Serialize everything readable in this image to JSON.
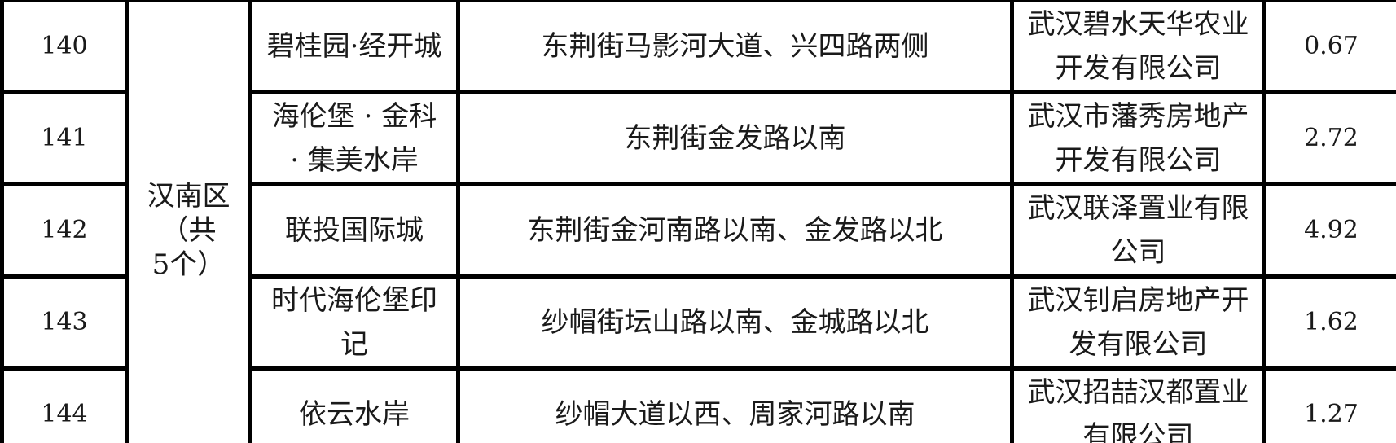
{
  "district": {
    "label_lines": [
      "汉南区",
      "（共",
      "5个）"
    ]
  },
  "rows": [
    {
      "index": "140",
      "project_lines": [
        "碧桂园·经开城"
      ],
      "location": "东荆街马影河大道、兴四路两侧",
      "company_lines": [
        "武汉碧水天华农业",
        "开发有限公司"
      ],
      "area": "0.67"
    },
    {
      "index": "141",
      "project_lines": [
        "海伦堡 · 金科",
        "· 集美水岸"
      ],
      "location": "东荆街金发路以南",
      "company_lines": [
        "武汉市藩秀房地产",
        "开发有限公司"
      ],
      "area": "2.72"
    },
    {
      "index": "142",
      "project_lines": [
        "联投国际城"
      ],
      "location": "东荆街金河南路以南、金发路以北",
      "company_lines": [
        "武汉联泽置业有限",
        "公司"
      ],
      "area": "4.92"
    },
    {
      "index": "143",
      "project_lines": [
        "时代海伦堡印",
        "记"
      ],
      "location": "纱帽街坛山路以南、金城路以北",
      "company_lines": [
        "武汉钊启房地产开",
        "发有限公司"
      ],
      "area": "1.62"
    },
    {
      "index": "144",
      "project_lines": [
        "依云水岸"
      ],
      "location": "纱帽大道以西、周家河路以南",
      "company_lines": [
        "武汉招喆汉都置业",
        "有限公司"
      ],
      "area": "1.27"
    }
  ]
}
